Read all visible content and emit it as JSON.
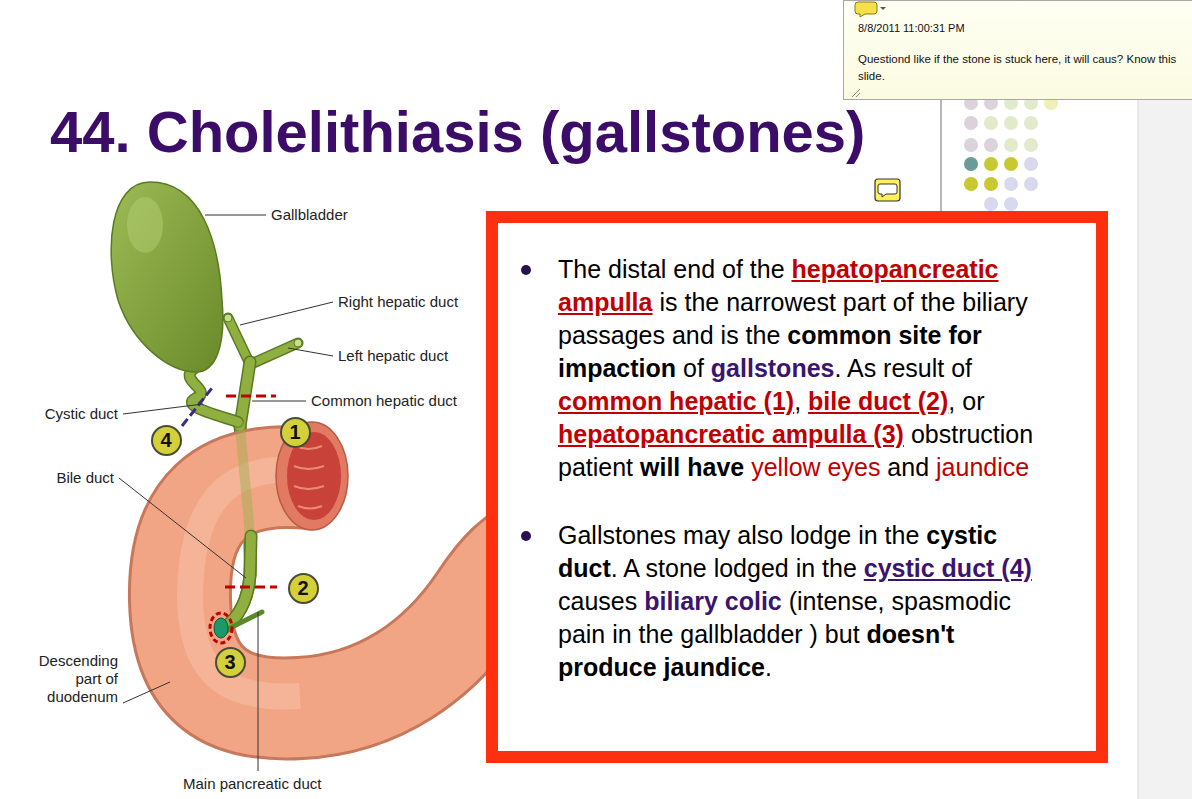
{
  "diagram": {
    "title": "44. Cholelithiasis (gallstones)",
    "nodes": [
      {
        "text": [
          "8/8/2011 11:00:31 PM",
          "Questiond like if the stone is stuck here, it will caus? Know this slide."
        ]
      },
      {
        "text": [
          "4"
        ]
      },
      {
        "text": [
          "1"
        ]
      },
      {
        "text": [
          "2"
        ]
      },
      {
        "text": [
          "3"
        ]
      },
      {
        "text": [
          "The distal end of the ",
          "hepatopancreatic ampulla",
          " is the narrowest part of the biliary passages and is the ",
          "common site for impaction",
          " of ",
          "gallstones",
          ". As result of ",
          "common hepatic (1)",
          ", ",
          "bile duct (2)",
          ", or ",
          "hepatopancreatic ampulla (3)",
          " obstruction patient ",
          "will have",
          " yellow eyes",
          " and ",
          "jaundice",
          "Gallstones may also lodge in the ",
          "cystic duct",
          ". A stone lodged in the ",
          "cystic duct (4)",
          " causes ",
          "biliary colic",
          " (intense, spasmodic pain in the gallbladder ) but ",
          "doesn't produce jaundice",
          "."
        ]
      }
    ],
    "labels": [
      "Gallbladder",
      "Right hepatic duct",
      "Left hepatic duct",
      "Common hepatic duct",
      "Cystic duct",
      "Bile duct",
      "Descending part of duodenum",
      "Main pancreatic duct"
    ]
  }
}
